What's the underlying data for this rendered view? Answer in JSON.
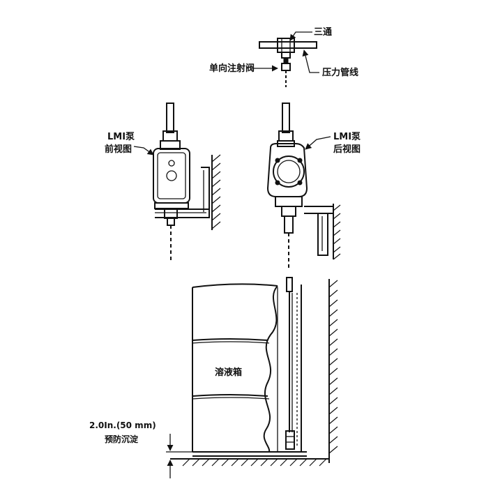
{
  "labels": {
    "tee": "三通",
    "check_valve": "单向注射阀",
    "pressure_line": "压力管线",
    "pump_front_line1": "LMI泵",
    "pump_front_line2": "前视图",
    "pump_back_line1": "LMI泵",
    "pump_back_line2": "后视图",
    "tank": "溶液箱",
    "clearance_line1": "2.0In.(50 mm)",
    "clearance_line2": "预防沉淀"
  }
}
